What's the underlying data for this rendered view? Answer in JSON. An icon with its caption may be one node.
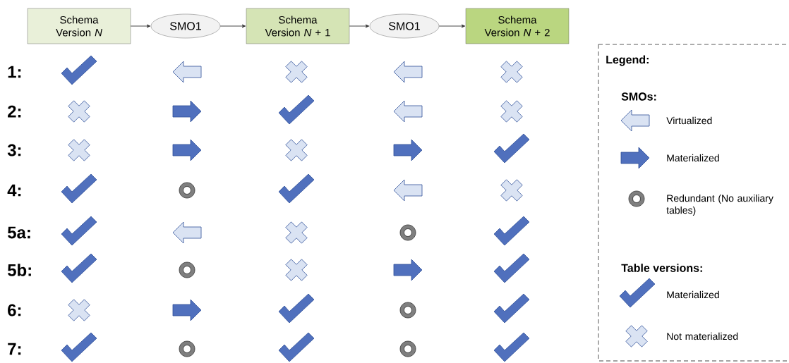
{
  "diagram": {
    "nodes": [
      {
        "text": [
          "Schema Version *N*"
        ]
      },
      {
        "text": [
          "SMO1"
        ]
      },
      {
        "text": [
          "Schema Version *N* + 1"
        ]
      },
      {
        "text": [
          "SMO1"
        ]
      },
      {
        "text": [
          "Schema Version *N* + 2"
        ]
      }
    ],
    "edges": [
      {
        "from": 0,
        "to": 1,
        "arrow": "to"
      },
      {
        "from": 1,
        "to": 2,
        "arrow": "to"
      },
      {
        "from": 2,
        "to": 3,
        "arrow": "to"
      },
      {
        "from": 3,
        "to": 4,
        "arrow": "to"
      }
    ],
    "labels": [
      "1:",
      "2:",
      "3:",
      "4:",
      "5a:",
      "5b:",
      "6:",
      "7:",
      "Legend:",
      "SMOs:",
      "Table versions:"
    ],
    "legend": [
      {
        "text": "Virtualized"
      },
      {
        "text": "Materialized"
      },
      {
        "text": "Redundant (No auxiliary tables)"
      },
      {
        "text": "Materialized"
      },
      {
        "text": "Not materialized"
      }
    ]
  }
}
